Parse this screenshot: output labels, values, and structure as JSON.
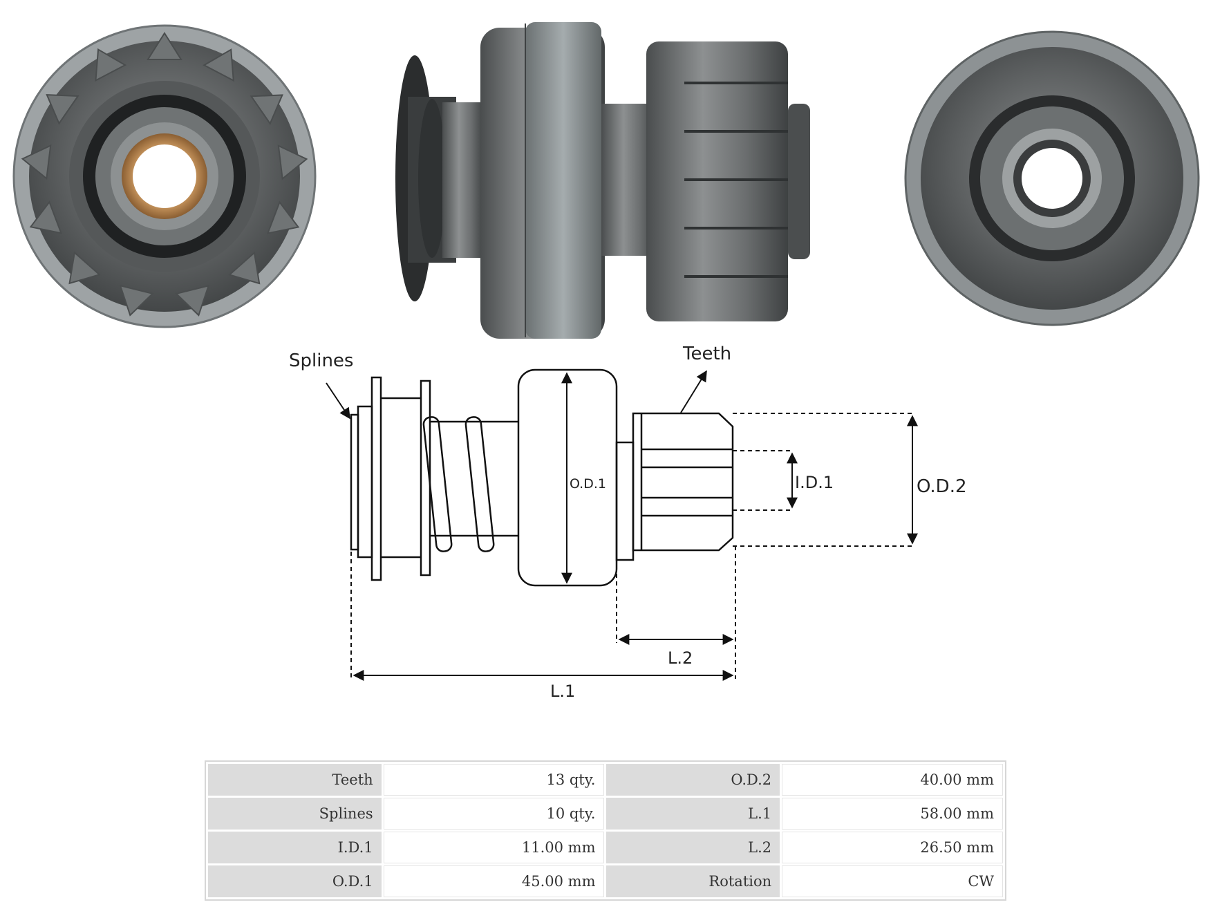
{
  "diagram_labels": {
    "splines": "Splines",
    "teeth": "Teeth",
    "od1": "O.D.1",
    "id1": "I.D.1",
    "od2": "O.D.2",
    "l1": "L.1",
    "l2": "L.2"
  },
  "specs": {
    "rows": [
      {
        "label_a": "Teeth",
        "value_a": "13 qty.",
        "label_b": "O.D.2",
        "value_b": "40.00 mm"
      },
      {
        "label_a": "Splines",
        "value_a": "10 qty.",
        "label_b": "L.1",
        "value_b": "58.00 mm"
      },
      {
        "label_a": "I.D.1",
        "value_a": "11.00 mm",
        "label_b": "L.2",
        "value_b": "26.50 mm"
      },
      {
        "label_a": "O.D.1",
        "value_a": "45.00 mm",
        "label_b": "Rotation",
        "value_b": "CW"
      }
    ]
  }
}
